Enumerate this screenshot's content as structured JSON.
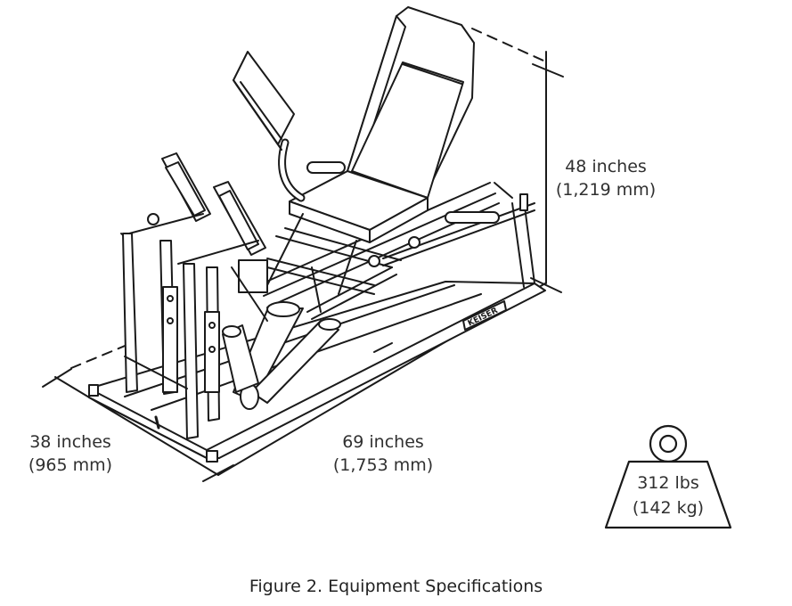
{
  "dimensions": {
    "height": {
      "imperial": "48 inches",
      "metric": "(1,219 mm)"
    },
    "width": {
      "imperial": "38 inches",
      "metric": "(965 mm)"
    },
    "length": {
      "imperial": "69 inches",
      "metric": "(1,753 mm)"
    }
  },
  "weight": {
    "imperial": "312 lbs",
    "metric": "(142 kg)"
  },
  "brand_logo": "KEISER",
  "caption": "Figure 2. Equipment Specifications"
}
